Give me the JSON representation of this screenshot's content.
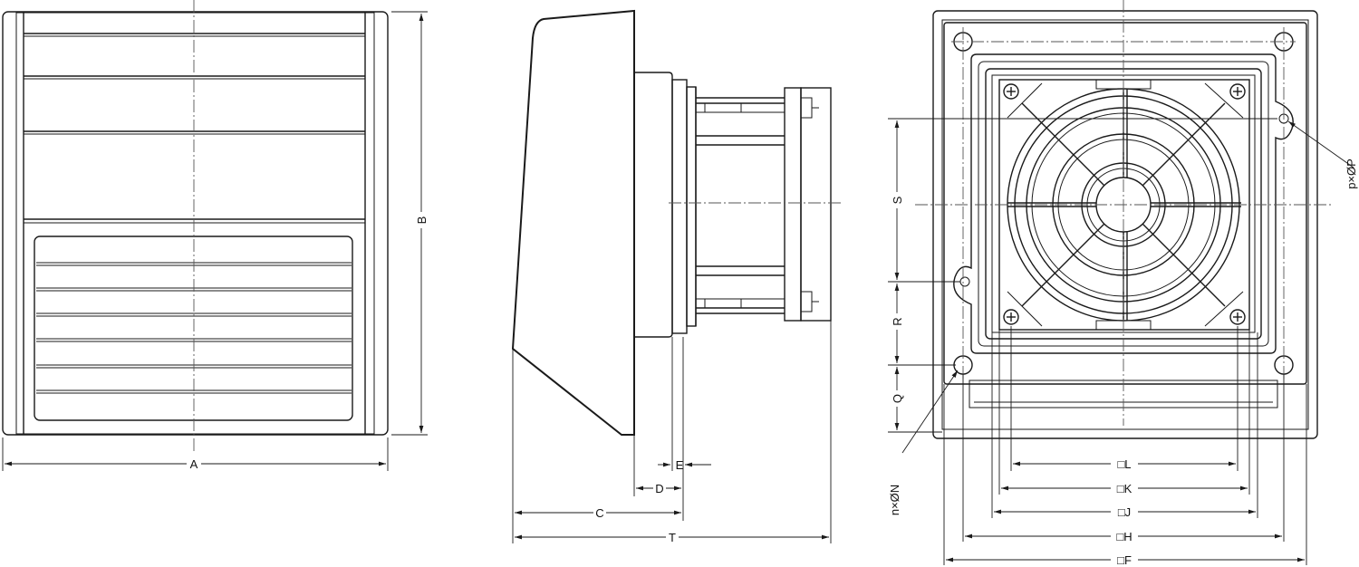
{
  "labels": {
    "A": "A",
    "B": "B",
    "C": "C",
    "D": "D",
    "E": "E",
    "T": "T",
    "S": "S",
    "R": "R",
    "Q": "Q",
    "L": "□L",
    "K": "□K",
    "J": "□J",
    "H": "□H",
    "F": "□F",
    "nN": "n×ØN",
    "pP": "p×ØP"
  },
  "views": [
    "front-view",
    "side-view",
    "rear-view"
  ]
}
